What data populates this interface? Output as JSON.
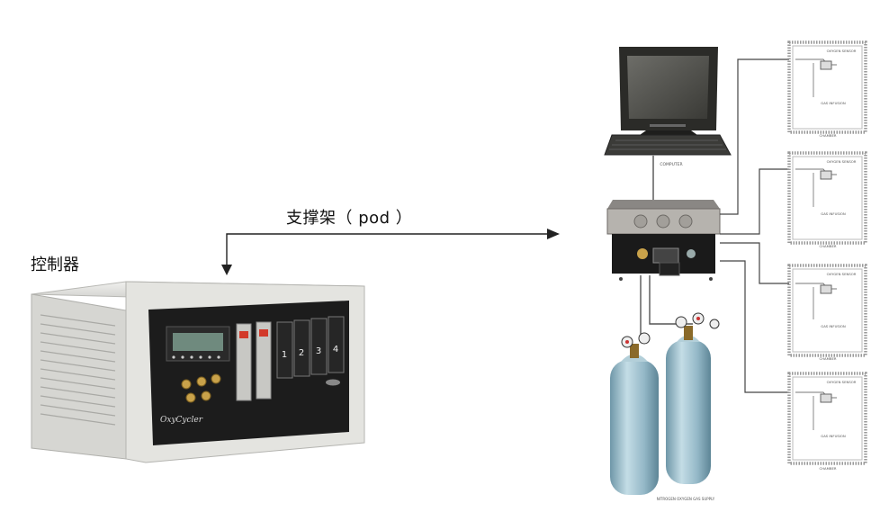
{
  "labels": {
    "controller": "控制器",
    "pod": "支撑架（ pod ）",
    "computer": "COMPUTER",
    "chamber": "CHAMBER",
    "oxygen_sensor": "OXYGEN SENSOR",
    "gas_infusion": "GAS INFUSION",
    "cylinders": "NITROGEN OXYGEN GAS SUPPLY",
    "brand": "OxyCycler",
    "channels": [
      "1",
      "2",
      "3",
      "4"
    ]
  },
  "colors": {
    "line": "#333333",
    "cylinder": "#9fbfcc",
    "panel": "#1c1c1c",
    "chassis": "#dcdcd8"
  }
}
